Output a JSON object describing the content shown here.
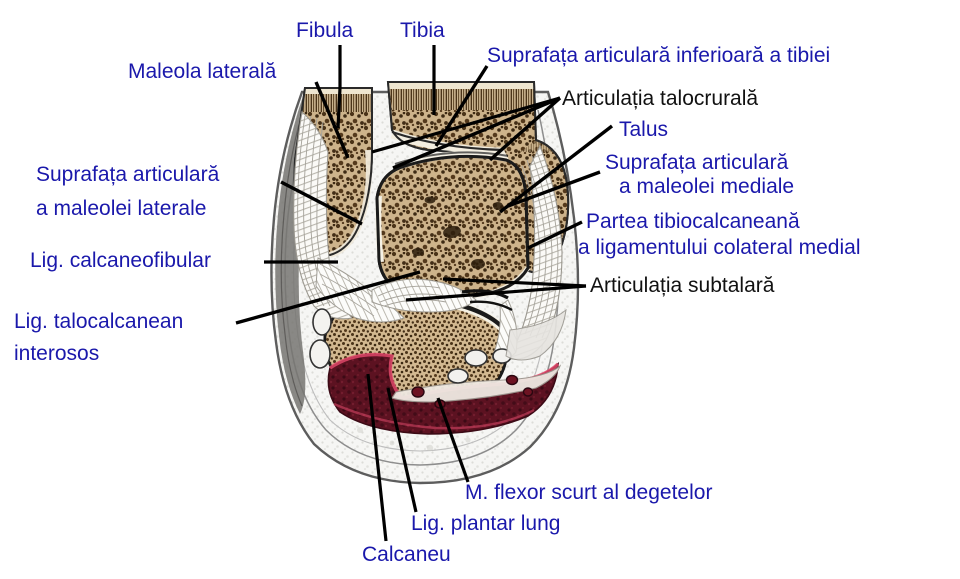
{
  "figure": {
    "title": "Ankle joint coronal section — labeled anatomical diagram",
    "background_color": "#ffffff",
    "label_color_primary": "#1a18ab",
    "label_color_secondary": "#111111",
    "leader_line_color": "#000000",
    "bone_color": "#8a6b45",
    "marrow_color": "#5a3f22",
    "cartilage_color": "#f4efe2",
    "muscle_color": "#5a1322",
    "skin_color": "#6b6b6b"
  },
  "labels": {
    "fibula": "Fibula",
    "tibia": "Tibia",
    "maleola_laterala": "Maleola laterală",
    "suprafata_inferioara_tibiei": "Suprafața articulară inferioară a tibiei",
    "articulatia_talocrurala": "Articulația talocrurală",
    "talus": "Talus",
    "suprafata_maleolei_laterale_1": "Suprafața articulară",
    "suprafata_maleolei_laterale_2": "a maleolei laterale",
    "suprafata_maleolei_mediale_1": "Suprafața articulară",
    "suprafata_maleolei_mediale_2": "a maleolei mediale",
    "partea_tibiocalcaneana_1": "Partea tibiocalcaneană",
    "partea_tibiocalcaneana_2": "a ligamentului colateral medial",
    "lig_calcaneofibular": "Lig. calcaneofibular",
    "articulatia_subtalara": "Articulația subtalară",
    "lig_talocalcanean_1": "Lig. talocalcanean",
    "lig_talocalcanean_2": "interosos",
    "m_flexor_scurt": "M. flexor scurt al degetelor",
    "lig_plantar_lung": "Lig. plantar lung",
    "calcaneu": "Calcaneu"
  },
  "structures": [
    {
      "name": "fibula",
      "label": "Fibula",
      "kind": "bone"
    },
    {
      "name": "tibia",
      "label": "Tibia",
      "kind": "bone"
    },
    {
      "name": "lateral-malleolus",
      "label": "Maleola laterală",
      "kind": "bone"
    },
    {
      "name": "tibia-inferior-articular-surface",
      "label": "Suprafața articulară inferioară a tibiei",
      "kind": "cartilage"
    },
    {
      "name": "talocrural-joint",
      "label": "Articulația talocrurală",
      "kind": "joint"
    },
    {
      "name": "talus",
      "label": "Talus",
      "kind": "bone"
    },
    {
      "name": "lateral-malleolus-articular-surface",
      "label": "Suprafața articulară a maleolei laterale",
      "kind": "cartilage"
    },
    {
      "name": "medial-malleolus-articular-surface",
      "label": "Suprafața articulară a maleolei mediale",
      "kind": "cartilage"
    },
    {
      "name": "tibiocalcaneal-part-medial-collateral-ligament",
      "label": "Partea tibiocalcaneană a ligamentului colateral medial",
      "kind": "ligament"
    },
    {
      "name": "calcaneofibular-ligament",
      "label": "Lig. calcaneofibular",
      "kind": "ligament"
    },
    {
      "name": "subtalar-joint",
      "label": "Articulația subtalară",
      "kind": "joint"
    },
    {
      "name": "interosseous-talocalcaneal-ligament",
      "label": "Lig. talocalcanean interosos",
      "kind": "ligament"
    },
    {
      "name": "flexor-digitorum-brevis",
      "label": "M. flexor scurt al degetelor",
      "kind": "muscle"
    },
    {
      "name": "long-plantar-ligament",
      "label": "Lig. plantar lung",
      "kind": "ligament"
    },
    {
      "name": "calcaneus",
      "label": "Calcaneu",
      "kind": "bone"
    }
  ]
}
